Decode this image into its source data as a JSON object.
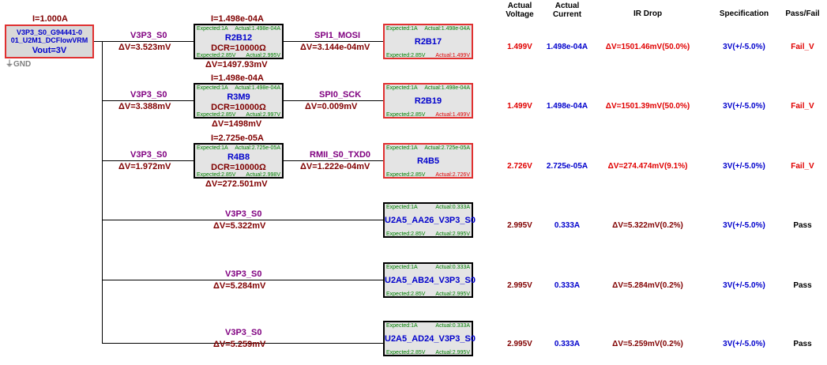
{
  "source": {
    "current": "I=1.000A",
    "name_line1": "V3P3_S0_G94441-0",
    "name_line2": "01_U2M1_DCFlowVRM",
    "vout": "Vout=3V",
    "gnd": "GND"
  },
  "headers": {
    "actual_voltage": "Actual Voltage",
    "actual_current": "Actual Current",
    "ir_drop": "IR Drop",
    "specification": "Specification",
    "pass_fail": "Pass/Fail"
  },
  "resistor_rows": [
    {
      "net": "V3P3_S0",
      "net_dv": "ΔV=3.523mV",
      "res_current": "I=1.498e-04A",
      "res_name": "R2B12",
      "res_dcr": "DCR=10000Ω",
      "res_expected": "Expected:1A",
      "res_actual": "Actual:1.498e-04A",
      "res_exp_v": "Expected:2.85V",
      "res_act_v": "Actual:2.995V",
      "res_dv": "ΔV=1497.93mV",
      "out_net": "SPI1_MOSI",
      "out_dv": "ΔV=3.144e-04mV",
      "load_name": "R2B17",
      "load_expected": "Expected:1A",
      "load_actual": "Actual:1.498e-04A",
      "load_exp_v": "Expected:2.85V",
      "load_act_v": "Actual:1.499V",
      "voltage": "1.499V",
      "current": "1.498e-04A",
      "ir_drop": "ΔV=1501.46mV(50.0%)",
      "spec": "3V(+/-5.0%)",
      "result": "Fail_V"
    },
    {
      "net": "V3P3_S0",
      "net_dv": "ΔV=3.388mV",
      "res_current": "I=1.498e-04A",
      "res_name": "R3M9",
      "res_dcr": "DCR=10000Ω",
      "res_expected": "Expected:1A",
      "res_actual": "Actual:1.498e-04A",
      "res_exp_v": "Expected:2.85V",
      "res_act_v": "Actual:2.997V",
      "res_dv": "ΔV=1498mV",
      "out_net": "SPI0_SCK",
      "out_dv": "ΔV=0.009mV",
      "load_name": "R2B19",
      "load_expected": "Expected:1A",
      "load_actual": "Actual:1.498e-04A",
      "load_exp_v": "Expected:2.85V",
      "load_act_v": "Actual:1.499V",
      "voltage": "1.499V",
      "current": "1.498e-04A",
      "ir_drop": "ΔV=1501.39mV(50.0%)",
      "spec": "3V(+/-5.0%)",
      "result": "Fail_V"
    },
    {
      "net": "V3P3_S0",
      "net_dv": "ΔV=1.972mV",
      "res_current": "I=2.725e-05A",
      "res_name": "R4B8",
      "res_dcr": "DCR=10000Ω",
      "res_expected": "Expected:1A",
      "res_actual": "Actual:2.725e-05A",
      "res_exp_v": "Expected:2.85V",
      "res_act_v": "Actual:2.998V",
      "res_dv": "ΔV=272.501mV",
      "out_net": "RMII_S0_TXD0",
      "out_dv": "ΔV=1.222e-04mV",
      "load_name": "R4B5",
      "load_expected": "Expected:1A",
      "load_actual": "Actual:2.725e-05A",
      "load_exp_v": "Expected:2.85V",
      "load_act_v": "Actual:2.726V",
      "voltage": "2.726V",
      "current": "2.725e-05A",
      "ir_drop": "ΔV=274.474mV(9.1%)",
      "spec": "3V(+/-5.0%)",
      "result": "Fail_V"
    }
  ],
  "direct_rows": [
    {
      "net": "V3P3_S0",
      "net_dv": "ΔV=5.322mV",
      "load_name": "U2A5_AA26_V3P3_S0",
      "load_expected": "Expected:1A",
      "load_actual": "Actual:0.333A",
      "load_exp_v": "Expected:2.85V",
      "load_act_v": "Actual:2.995V",
      "voltage": "2.995V",
      "current": "0.333A",
      "ir_drop": "ΔV=5.322mV(0.2%)",
      "spec": "3V(+/-5.0%)",
      "result": "Pass"
    },
    {
      "net": "V3P3_S0",
      "net_dv": "ΔV=5.284mV",
      "load_name": "U2A5_AB24_V3P3_S0",
      "load_expected": "Expected:1A",
      "load_actual": "Actual:0.333A",
      "load_exp_v": "Expected:2.85V",
      "load_act_v": "Actual:2.995V",
      "voltage": "2.995V",
      "current": "0.333A",
      "ir_drop": "ΔV=5.284mV(0.2%)",
      "spec": "3V(+/-5.0%)",
      "result": "Pass"
    },
    {
      "net": "V3P3_S0",
      "net_dv": "ΔV=5.259mV",
      "load_name": "U2A5_AD24_V3P3_S0",
      "load_expected": "Expected:1A",
      "load_actual": "Actual:0.333A",
      "load_exp_v": "Expected:2.85V",
      "load_act_v": "Actual:2.995V",
      "voltage": "2.995V",
      "current": "0.333A",
      "ir_drop": "ΔV=5.259mV(0.2%)",
      "spec": "3V(+/-5.0%)",
      "result": "Pass"
    }
  ],
  "colors": {
    "fail": "#e00000",
    "pass": "#000000",
    "net_label": "#800080",
    "delta_label": "#800000",
    "spec": "#0000cc",
    "box_text_green": "#008000"
  }
}
